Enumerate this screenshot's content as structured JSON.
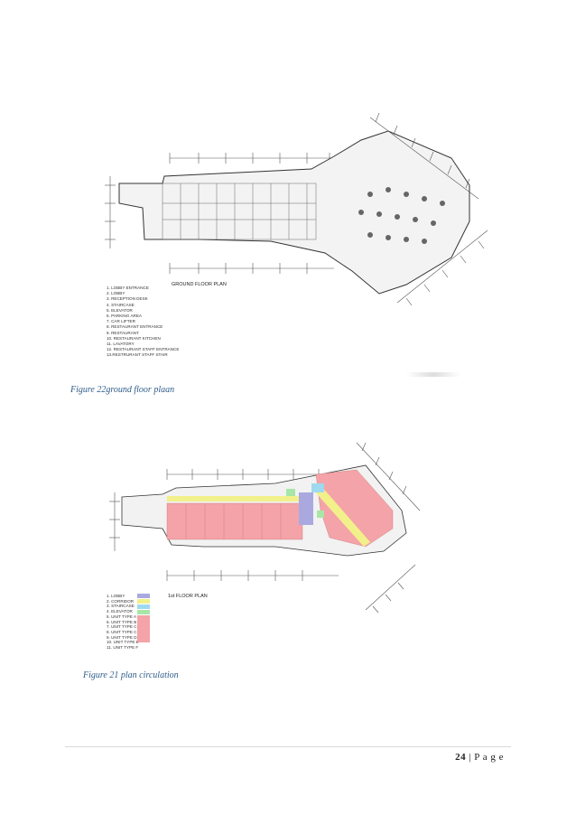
{
  "figure1": {
    "caption": "Figure 22ground floor plaan",
    "plan_title": "GROUND FLOOR PLAN",
    "legend": [
      "1. LOBBY ENTRANCE",
      "2. LOBBY",
      "3. RECEPTION DESK",
      "4. STAIRCASE",
      "5. ELEVATOR",
      "6. PARKING AREA",
      "7. CAR LIFTER",
      "8. RESTAURANT ENTRANCE",
      "9. RESTAURANT",
      "10. RESTAURANT KITCHEN",
      "11. LAVATORY",
      "12. RESTAURANT STAFF ENTRANCE",
      "13.RESTRURANT STAFF STAIR"
    ]
  },
  "figure2": {
    "caption": "Figure 21 plan circulation",
    "plan_title": "1st FLOOR PLAN",
    "legend": [
      "1. LOBBY",
      "2. CORRIDOR",
      "3. STAIRCASE",
      "4. ELEVATOR",
      "5. UNIT TYPE A",
      "6. UNIT TYPE B",
      "7. UNIT TYPE C",
      "8. UNIT TYPE C",
      "9. UNIT TYPE D",
      "10. UNIT TYPE E",
      "11. UNIT TYPE F"
    ],
    "colors": {
      "lobby": "#a9a9e0",
      "corridor": "#f2f08a",
      "staircase": "#9fd9f0",
      "elevator": "#a8e6a8",
      "units": "#f4a3a8"
    }
  },
  "footer": {
    "page_number": "24",
    "separator": "|",
    "label": "P a g e"
  }
}
